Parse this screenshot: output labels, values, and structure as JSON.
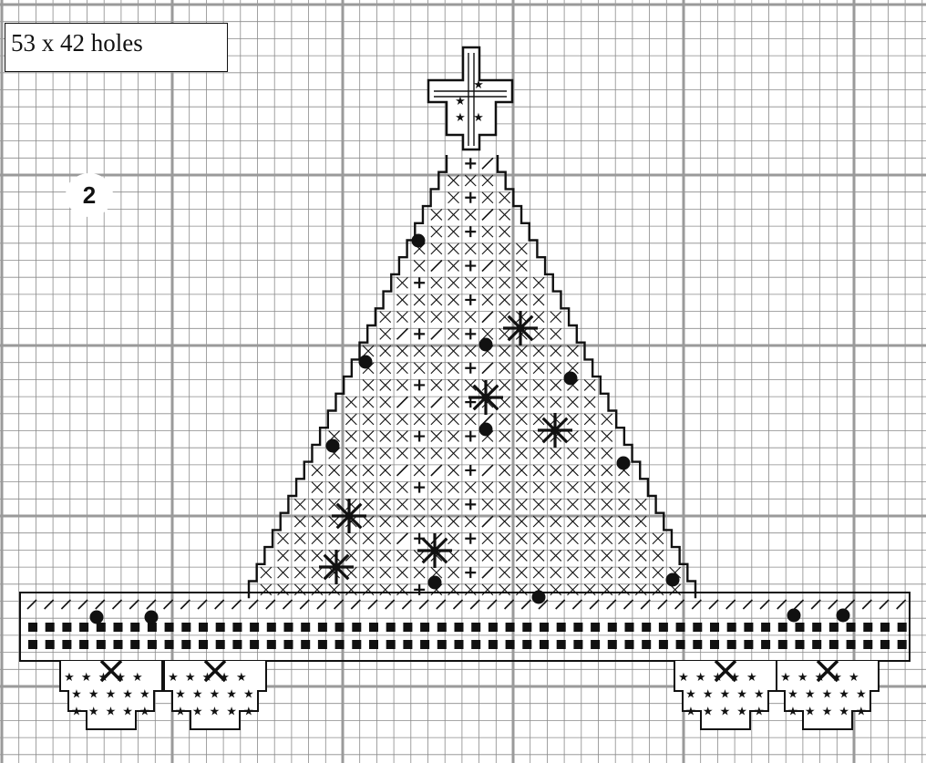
{
  "canvas_label": "53 x 42 holes",
  "piece_number": "2",
  "colors": {
    "background": "#ffffff",
    "grid_fine": "#8a8a8a",
    "grid_major": "#9a9a9a",
    "outline": "#111111",
    "stitch": "#111111"
  },
  "stitch_symbols": [
    "x-cross",
    "plus",
    "slash",
    "star",
    "square",
    "dot",
    "asterisk",
    "large-x"
  ]
}
